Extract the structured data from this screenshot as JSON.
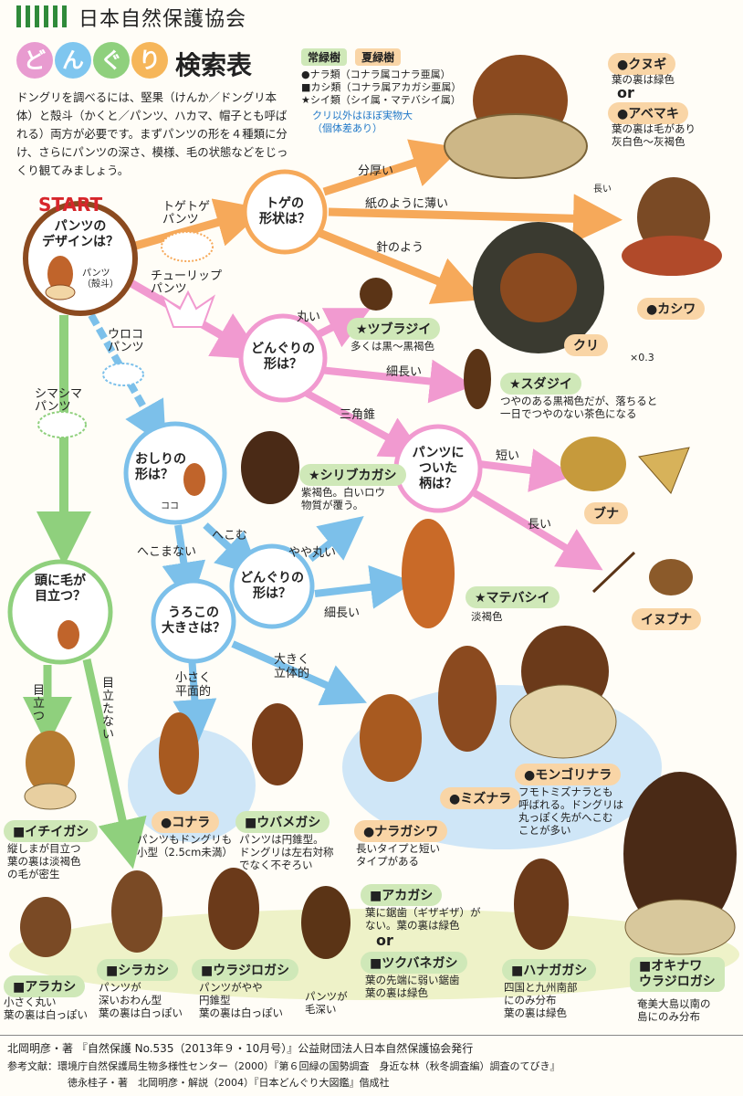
{
  "header": {
    "org": "日本自然保護協会"
  },
  "title": {
    "chars": [
      "ど",
      "ん",
      "ぐ",
      "り"
    ],
    "colors": [
      "#e89bd0",
      "#7fc6ef",
      "#8fd07d",
      "#f6b65a"
    ],
    "suffix": "検索表"
  },
  "intro": "ドングリを調べるには、堅果（けんか／ドングリ本体）と殻斗（かくと／パンツ、ハカマ、帽子とも呼ばれる）両方が必要です。まずパンツの形を４種類に分け、さらにパンツの深さ、模様、毛の状態などをじっくり観てみましょう。",
  "legend": {
    "evergreen": "常緑樹",
    "deciduous": "夏緑樹",
    "items": [
      "●ナラ類（コナラ属コナラ亜属）",
      "■カシ類（コナラ属アカガシ亜属）",
      "★シイ類（シイ属・マテバシイ属）"
    ],
    "note": "クリ以外はほぼ実物大\n（個体差あり）"
  },
  "colors": {
    "green": "#2f8a3a",
    "orange": "#f6a95a",
    "pink": "#f19ad0",
    "blue": "#7cc0ea",
    "limegreen": "#8fd07d",
    "brown": "#8b4a1f",
    "red": "#d7262b",
    "tagGreen": "#cfe8b8",
    "tagOrange": "#f9d5a6"
  },
  "flow": {
    "start": "START",
    "start_q": "パンツの\nデザインは？",
    "pants_label": "パンツ\n（殻斗）",
    "q_toge": "トゲの\n形状は？",
    "q_donguri_shape1": "どんぐりの\n形は？",
    "q_oshiri": "おしりの\n形は？",
    "koko": "ココ",
    "q_donguri_shape2": "どんぐりの\n形は？",
    "q_uroko": "うろこの\n大きさは？",
    "q_tsuita": "パンツに\nついた\n柄は？",
    "q_kedatsu": "頭に毛が\n目立つ？",
    "e_toge": "トゲトゲ\nパンツ",
    "e_tulip": "チューリップ\nパンツ",
    "e_uroko": "ウロコ\nパンツ",
    "e_shima": "シマシマ\nパンツ",
    "e_bun": "分厚い",
    "e_kami": "紙のように薄い",
    "e_hari": "針のよう",
    "e_marui": "丸い",
    "e_hoso1": "細長い",
    "e_sankaku": "三角錐",
    "e_mijikai": "短い",
    "e_nagai": "長い",
    "e_hekomu": "へこむ",
    "e_hekomanai": "へこまない",
    "e_yayamaru": "やや丸い",
    "e_hoso2": "細長い",
    "e_chiisaku": "小さく\n平面的",
    "e_ookiku": "大きく\n立体的",
    "e_medatsu": "目立つ",
    "e_medatanai": "目立たない"
  },
  "species": {
    "kunugi": {
      "name": "●クヌギ",
      "desc": "葉の裏は緑色"
    },
    "or1": "or",
    "abemaki": {
      "name": "●アベマキ",
      "desc": "葉の裏は毛があり\n灰白色～灰褐色"
    },
    "nagai_label": "長い",
    "kashiwa": {
      "name": "●カシワ"
    },
    "kuri": {
      "name": "クリ",
      "scale": "×0.3"
    },
    "tsuburajii": {
      "name": "★ツブラジイ",
      "desc": "多くは黒～黒褐色"
    },
    "sudajii": {
      "name": "★スダジイ",
      "desc": "つやのある黒褐色だが、落ちると\n一日でつやのない茶色になる"
    },
    "shiribukagashi": {
      "name": "★シリブカガシ",
      "desc": "紫褐色。白いロウ\n物質が覆う。"
    },
    "buna": {
      "name": "ブナ"
    },
    "inubuna": {
      "name": "イヌブナ"
    },
    "matebashii": {
      "name": "★マテバシイ",
      "desc": "淡褐色"
    },
    "konara": {
      "name": "●コナラ",
      "desc": "パンツもドングリも\n小型（2.5cm未満）"
    },
    "ubamegashi": {
      "name": "■ウバメガシ",
      "desc": "パンツは円錐型。\nドングリは左右対称\nでなく不ぞろい"
    },
    "naragashiwa": {
      "name": "●ナラガシワ",
      "desc": "長いタイプと短い\nタイプがある"
    },
    "mizunara": {
      "name": "●ミズナラ"
    },
    "mongolinara": {
      "name": "●モンゴリナラ",
      "desc": "フモトミズナラとも\n呼ばれる。ドングリは\n丸っぽく先がへこむ\nことが多い"
    },
    "ichiigashi": {
      "name": "■イチイガシ",
      "desc": "縦しまが目立つ\n葉の裏は淡褐色\nの毛が密生"
    },
    "arakashi": {
      "name": "■アラカシ",
      "desc": "小さく丸い\n葉の裏は白っぽい"
    },
    "shirakashi": {
      "name": "■シラカシ",
      "desc": "パンツが\n深いおわん型\n葉の裏は白っぽい"
    },
    "urajirogashi": {
      "name": "■ウラジロガシ",
      "desc": "パンツがやや\n円錐型\n葉の裏は白っぽい"
    },
    "pantsu_kebukai": "パンツが\n毛深い",
    "akagashi": {
      "name": "■アカガシ",
      "desc": "葉に鋸歯（ギザギザ）が\nない。葉の裏は緑色"
    },
    "or2": "or",
    "tsukubanegashi": {
      "name": "■ツクバネガシ",
      "desc": "葉の先端に弱い鋸歯\n葉の裏は緑色"
    },
    "hanagagashi": {
      "name": "■ハナガガシ",
      "desc": "四国と九州南部\nにのみ分布\n葉の裏は緑色"
    },
    "okinawa": {
      "name": "■オキナワ\nウラジロガシ",
      "desc": "奄美大島以南の\n島にのみ分布"
    }
  },
  "footer": {
    "line1": "北岡明彦・著 『自然保護 No.535（2013年９・10月号）』公益財団法人日本自然保護協会発行",
    "line2": "参考文献：環境庁自然保護局生物多様性センター（2000）『第６回緑の国勢調査　身近な林（秋冬調査編）調査のてびき』",
    "line3": "徳永桂子・著　北岡明彦・解説（2004）『日本どんぐり大図鑑』偕成社"
  }
}
